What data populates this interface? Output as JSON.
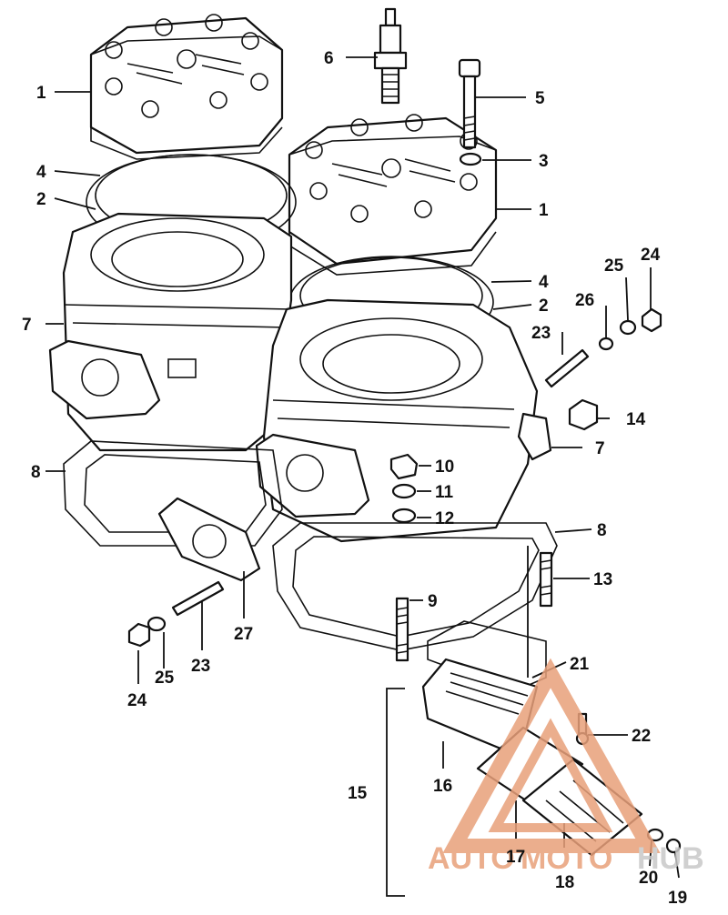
{
  "callouts": [
    {
      "id": "c1a",
      "text": "1"
    },
    {
      "id": "c1b",
      "text": "1"
    },
    {
      "id": "c2a",
      "text": "2"
    },
    {
      "id": "c2b",
      "text": "2"
    },
    {
      "id": "c3",
      "text": "3"
    },
    {
      "id": "c4a",
      "text": "4"
    },
    {
      "id": "c4b",
      "text": "4"
    },
    {
      "id": "c5",
      "text": "5"
    },
    {
      "id": "c6",
      "text": "6"
    },
    {
      "id": "c7a",
      "text": "7"
    },
    {
      "id": "c7b",
      "text": "7"
    },
    {
      "id": "c8a",
      "text": "8"
    },
    {
      "id": "c8b",
      "text": "8"
    },
    {
      "id": "c9",
      "text": "9"
    },
    {
      "id": "c10",
      "text": "10"
    },
    {
      "id": "c11",
      "text": "11"
    },
    {
      "id": "c12",
      "text": "12"
    },
    {
      "id": "c13",
      "text": "13"
    },
    {
      "id": "c14",
      "text": "14"
    },
    {
      "id": "c15",
      "text": "15"
    },
    {
      "id": "c16",
      "text": "16"
    },
    {
      "id": "c17",
      "text": "17"
    },
    {
      "id": "c18",
      "text": "18"
    },
    {
      "id": "c19",
      "text": "19"
    },
    {
      "id": "c20",
      "text": "20"
    },
    {
      "id": "c21",
      "text": "21"
    },
    {
      "id": "c22",
      "text": "22"
    },
    {
      "id": "c23a",
      "text": "23"
    },
    {
      "id": "c23b",
      "text": "23"
    },
    {
      "id": "c24a",
      "text": "24"
    },
    {
      "id": "c24b",
      "text": "24"
    },
    {
      "id": "c25a",
      "text": "25"
    },
    {
      "id": "c25b",
      "text": "25"
    },
    {
      "id": "c26",
      "text": "26"
    },
    {
      "id": "c27",
      "text": "27"
    }
  ],
  "watermark": {
    "text_auto": "AUTO",
    "text_moto": "MOTO",
    "text_hub": "HUB",
    "color_primary": "#e8a07a",
    "color_secondary": "#c8c8c8"
  }
}
